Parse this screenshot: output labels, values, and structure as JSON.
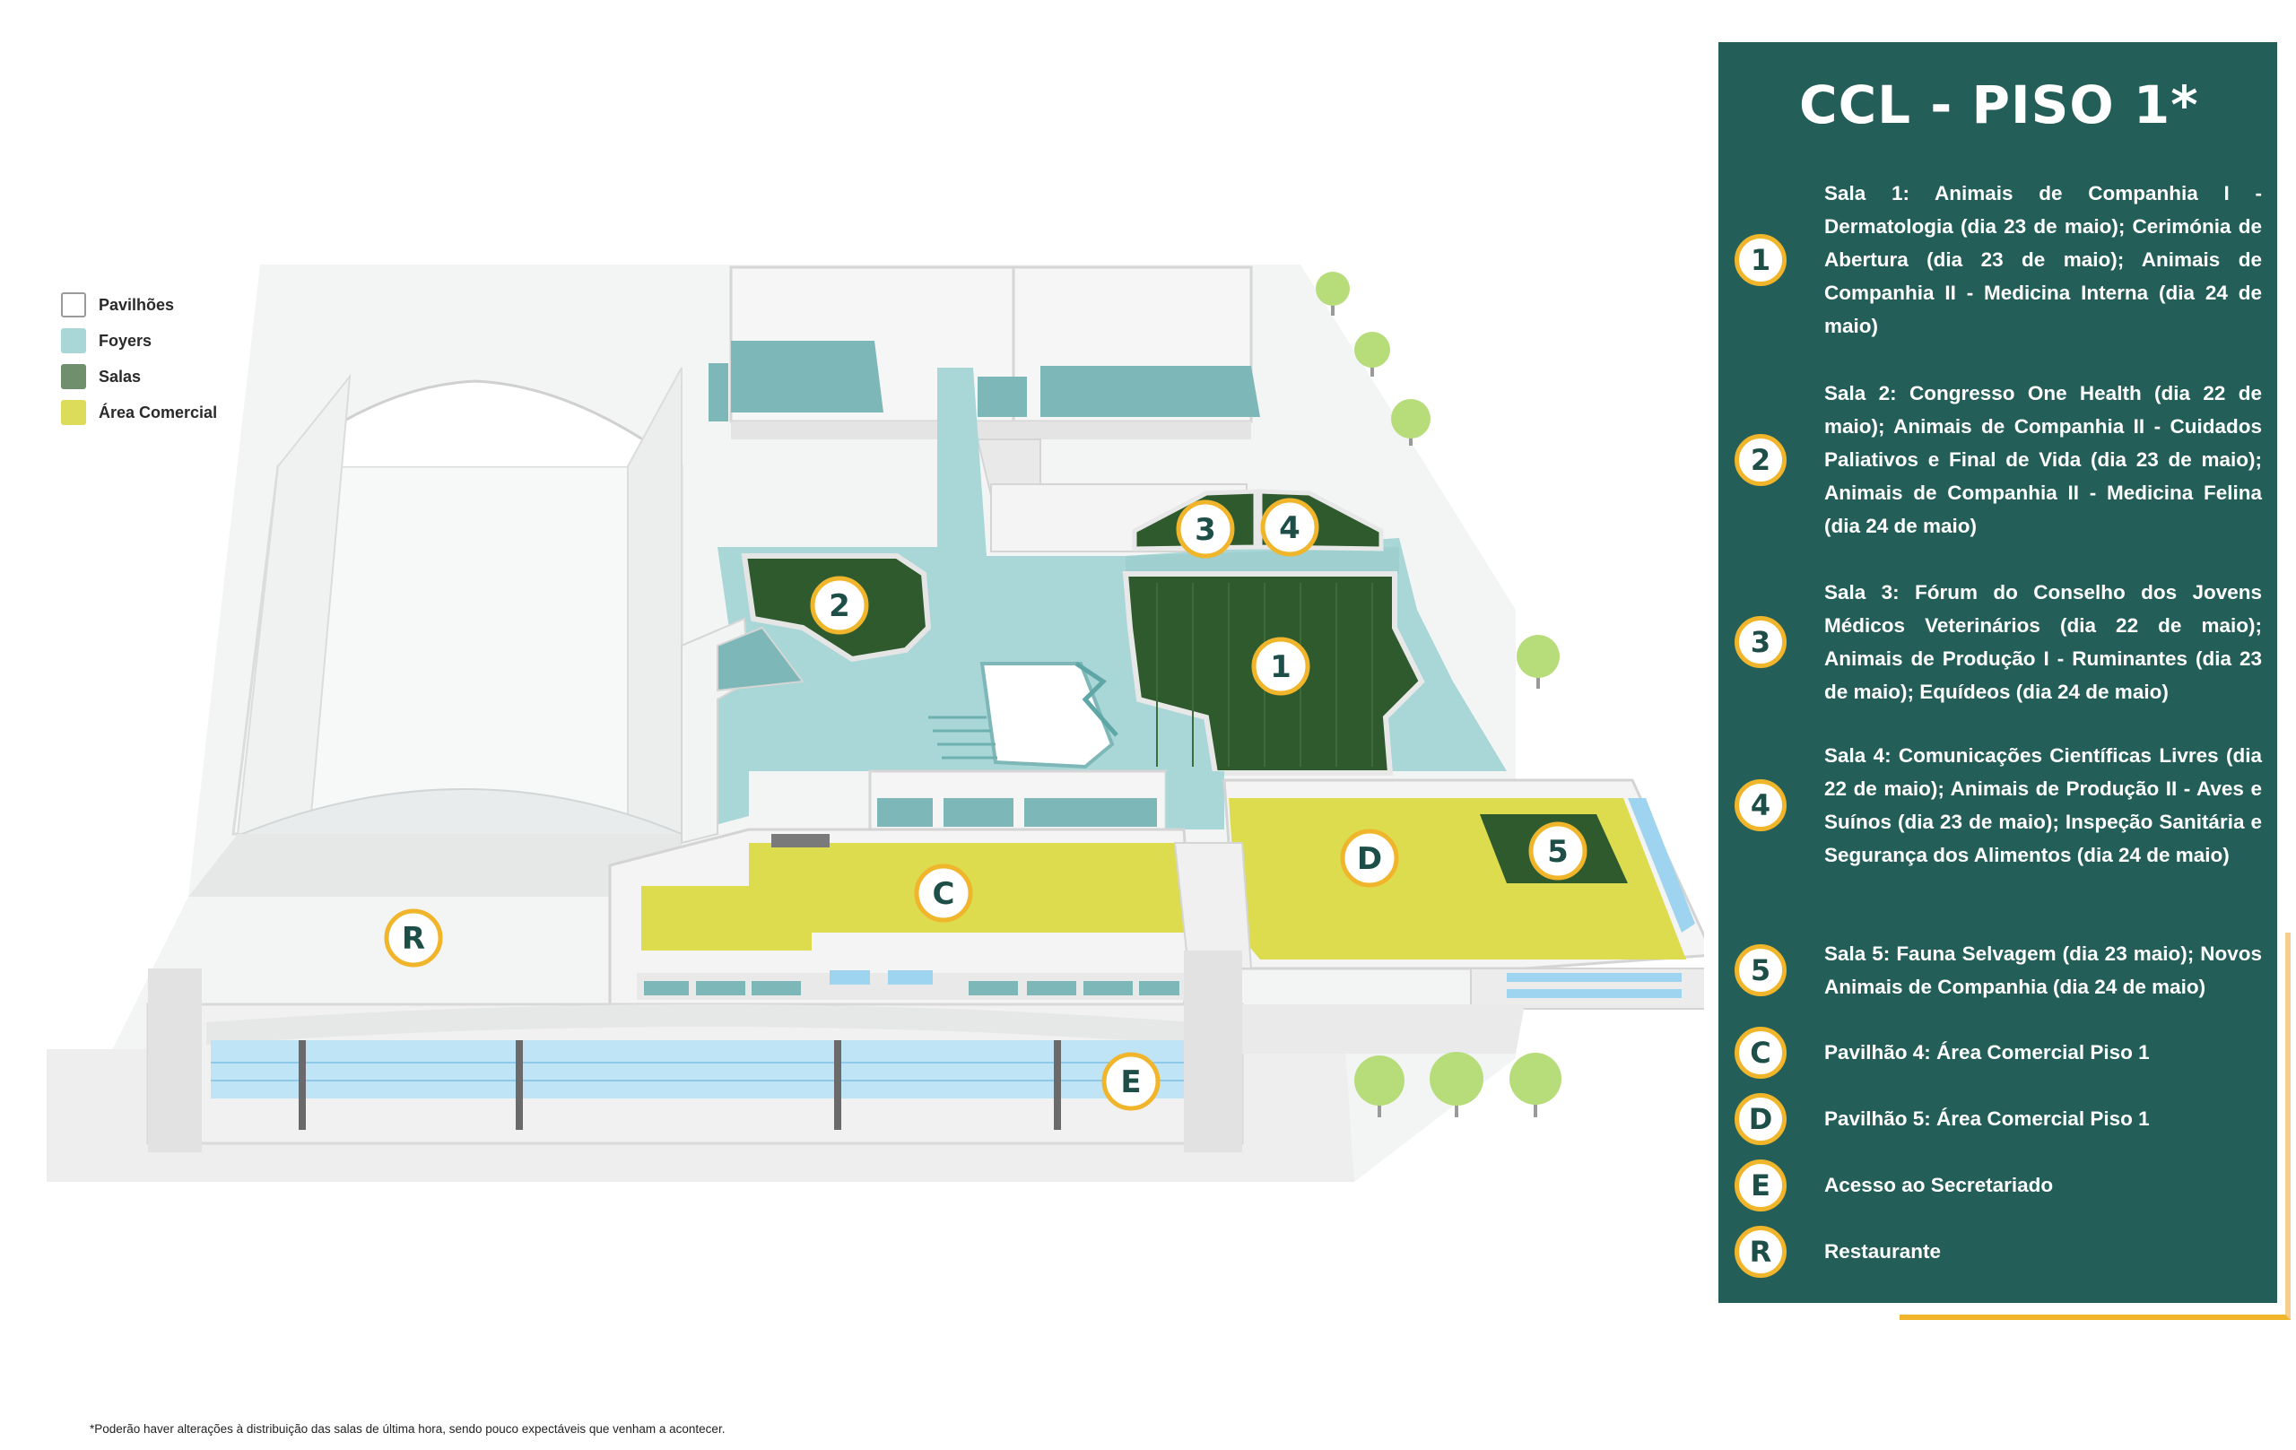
{
  "legend": [
    {
      "label": "Pavilhões",
      "color": "#ffffff",
      "border": "#9a9a9a"
    },
    {
      "label": "Foyers",
      "color": "#a9d6d6",
      "border": "#a9d6d6"
    },
    {
      "label": "Salas",
      "color": "#6f8f6d",
      "border": "#6f8f6d"
    },
    {
      "label": "Área Comercial",
      "color": "#dcdc5a",
      "border": "#dcdc5a"
    }
  ],
  "colors": {
    "panel": "#235e58",
    "accent_gold": "#f0b52b",
    "sala_green": "#2f5a2e",
    "foyer_blue": "#a9d6d6",
    "commercial_yellow": "#dcdc4e"
  },
  "map_markers": {
    "m1": "1",
    "m2": "2",
    "m3": "3",
    "m4": "4",
    "m5": "5",
    "mC": "C",
    "mD": "D",
    "mE": "E",
    "mR": "R"
  },
  "panel": {
    "title": "CCL - PISO 1*",
    "entries": [
      {
        "marker": "1",
        "text": "Sala 1: Animais de Companhia I - Dermatologia (dia 23 de maio); Cerimónia de Abertura (dia 23 de maio); Animais de Companhia II - Medicina Interna (dia 24 de maio)"
      },
      {
        "marker": "2",
        "text": "Sala 2: Congresso One Health (dia 22 de maio); Animais de Companhia II - Cuidados Paliativos e Final de Vida (dia 23 de maio); Animais de Companhia II - Medicina Felina (dia 24 de maio)"
      },
      {
        "marker": "3",
        "text": "Sala 3: Fórum do Conselho dos Jovens Médicos Veterinários (dia 22 de maio); Animais de Produção I - Ruminantes (dia 23 de maio); Equídeos (dia 24 de maio)"
      },
      {
        "marker": "4",
        "text": "Sala 4: Comunicações Científicas Livres (dia 22 de maio); Animais de Produção II - Aves e Suínos (dia 23 de maio); Inspeção Sanitária e Segurança dos Alimentos (dia 24 de maio)"
      },
      {
        "marker": "5",
        "text": "Sala 5: Fauna Selvagem (dia 23 maio); Novos Animais de Companhia (dia 24 de maio)"
      },
      {
        "marker": "C",
        "text": "Pavilhão 4: Área Comercial Piso 1"
      },
      {
        "marker": "D",
        "text": "Pavilhão 5: Área Comercial Piso 1"
      },
      {
        "marker": "E",
        "text": "Acesso ao Secretariado"
      },
      {
        "marker": "R",
        "text": "Restaurante"
      }
    ]
  },
  "footnote": "*Poderão haver alterações à distribuição das salas de última hora, sendo pouco expectáveis que venham a acontecer."
}
